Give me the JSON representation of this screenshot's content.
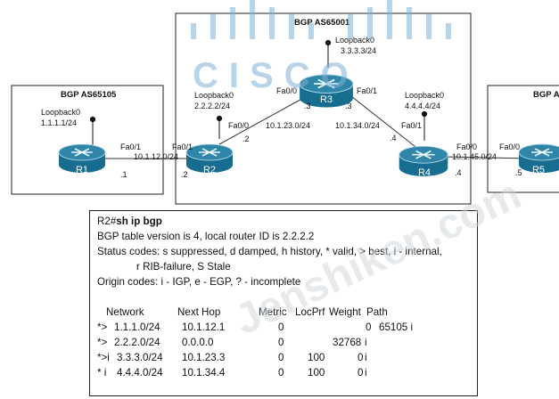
{
  "as_boxes": [
    {
      "title": "BGP AS65105"
    },
    {
      "title": "BGP AS65001"
    },
    {
      "title": "BGP AS"
    }
  ],
  "routers": [
    "R1",
    "R2",
    "R3",
    "R4",
    "R5"
  ],
  "loopbacks": [
    {
      "name": "Loopback0",
      "addr": "1.1.1.1/24"
    },
    {
      "name": "Loopback0",
      "addr": "2.2.2.2/24"
    },
    {
      "name": "Loopback0",
      "addr": "3.3.3.3/24"
    },
    {
      "name": "Loopback0",
      "addr": "4.4.4.4/24"
    }
  ],
  "interfaces": {
    "r1_fa01": "Fa0/1",
    "r2_fa01": "Fa0/1",
    "r2_fa00": "Fa0/0",
    "r3_fa00": "Fa0/0",
    "r3_fa01": "Fa0/1",
    "r4_fa01": "Fa0/1",
    "r4_fa00": "Fa0/0",
    "r5_fa00": "Fa0/0"
  },
  "subnets": {
    "r1_r2": "10.1.12.0/24",
    "r2_r3": "10.1.23.0/24",
    "r3_r4": "10.1.34.0/24",
    "r4_r5": "10.1.45.0/24"
  },
  "host_ids": {
    "r1": ".1",
    "r2_left": ".2",
    "r2_up": ".2",
    "r3_left": ".3",
    "r3_right": ".3",
    "r4_up": ".4",
    "r4_down": ".4",
    "r5": ".5"
  },
  "console": {
    "prompt": "R2#",
    "command": "sh ip bgp",
    "line1": "BGP table version is 4, local router ID is 2.2.2.2",
    "line2": "Status codes: s suppressed, d damped, h history, * valid, > best, i - internal,",
    "line3": "r RIB-failure, S Stale",
    "line4": "Origin codes: i - IGP, e - EGP, ? - incomplete",
    "headers": {
      "network": "Network",
      "nexthop": "Next Hop",
      "metric": "Metric",
      "locprf": "LocPrf",
      "weight": "Weight",
      "path": "Path"
    },
    "rows": [
      {
        "code": "*>",
        "network": "1.1.1.0/24",
        "nexthop": "10.1.12.1",
        "metric": "0",
        "locprf": "",
        "weight": "0",
        "path": "65105 i"
      },
      {
        "code": "*>",
        "network": "2.2.2.0/24",
        "nexthop": "0.0.0.0",
        "metric": "0",
        "locprf": "",
        "weight": "32768",
        "path": "i"
      },
      {
        "code": "*>i",
        "network": "3.3.3.0/24",
        "nexthop": "10.1.23.3",
        "metric": "0",
        "locprf": "100",
        "weight": "0",
        "path": "i"
      },
      {
        "code": "* i",
        "network": "4.4.4.0/24",
        "nexthop": "10.1.34.4",
        "metric": "0",
        "locprf": "100",
        "weight": "0",
        "path": "i"
      }
    ]
  },
  "watermark": {
    "brand": "CISCO",
    "site": "Jenshiken.com"
  },
  "colors": {
    "router_top": "#2f86a8",
    "router_body": "#176d8f",
    "watermark": "#7fb1d6"
  }
}
